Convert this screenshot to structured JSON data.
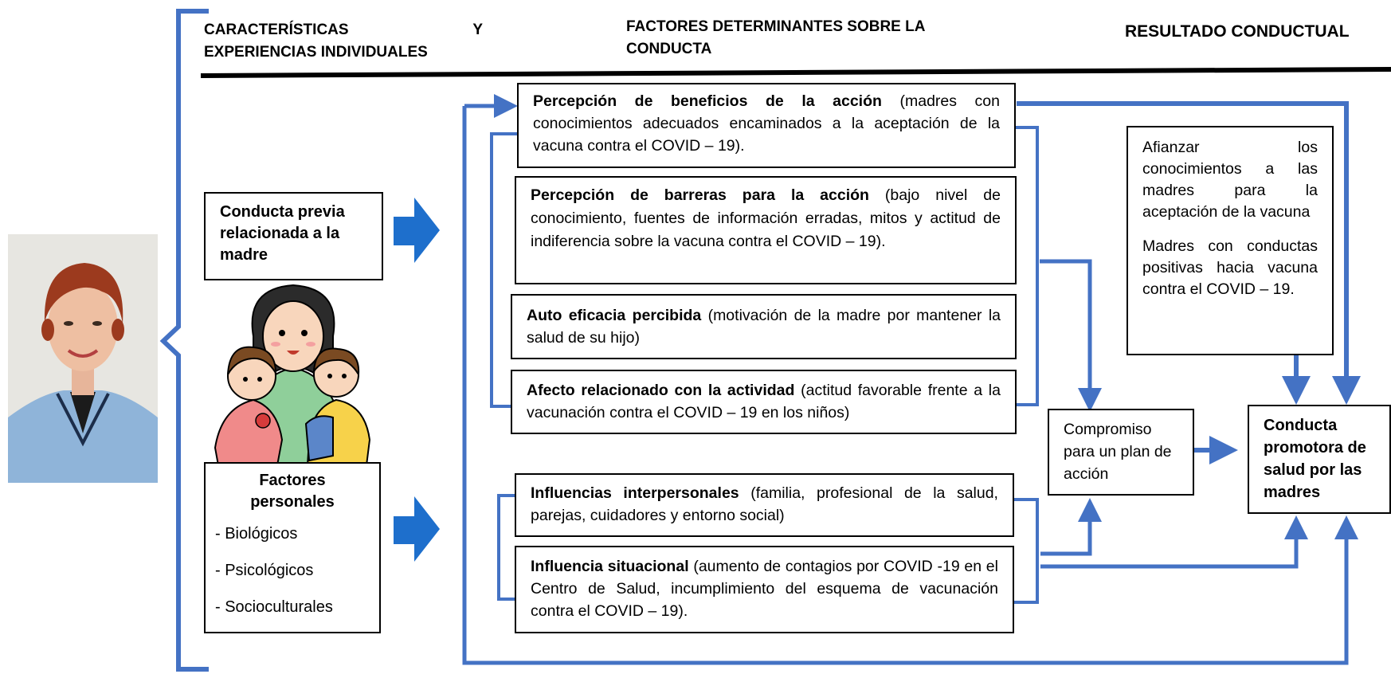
{
  "header": {
    "col1_line1": "CARACTERÍSTICAS Y",
    "col1_line2": "EXPERIENCIAS INDIVIDUALES",
    "col2": "FACTORES DETERMINANTES SOBRE LA CONDUCTA",
    "col3": "RESULTADO CONDUCTUAL"
  },
  "left": {
    "conducta_previa": "Conducta previa relacionada a la madre",
    "factores_title": "Factores personales",
    "factores_items": [
      "- Biológicos",
      "- Psicológicos",
      "- Socioculturales"
    ]
  },
  "middle": {
    "beneficios_bold": "Percepción de beneficios de la acción",
    "beneficios_text": " (madres con conocimientos adecuados encaminados a la aceptación de la vacuna contra el COVID – 19).",
    "barreras_bold": "Percepción de barreras para la acción",
    "barreras_text": " (bajo nivel de conocimiento, fuentes de información erradas, mitos y actitud de indiferencia sobre la vacuna contra el COVID – 19).",
    "autoeficacia_bold": "Auto eficacia percibida",
    "autoeficacia_text": " (motivación de la madre por mantener la salud de su hijo)",
    "afecto_bold": "Afecto relacionado con la actividad",
    "afecto_text": " (actitud favorable frente a la vacunación contra el COVID – 19 en los niños)",
    "interpersonales_bold": "Influencias interpersonales",
    "interpersonales_text": " (familia, profesional de la salud, parejas, cuidadores y entorno social)",
    "situacional_bold": "Influencia situacional",
    "situacional_text": " (aumento de contagios por COVID -19 en el Centro de Salud, incumplimiento del esquema de vacunación contra el COVID – 19)."
  },
  "right": {
    "afianzar": "Afianzar los conocimientos a las madres para la aceptación de la vacuna",
    "madres": "Madres con conductas positivas hacia vacuna contra el COVID – 19.",
    "compromiso": "Compromiso para un plan de acción",
    "conducta_promotora": "Conducta promotora de salud por las madres"
  },
  "colors": {
    "connector_blue": "#4472c4",
    "big_arrow_blue": "#1e6fcc"
  }
}
